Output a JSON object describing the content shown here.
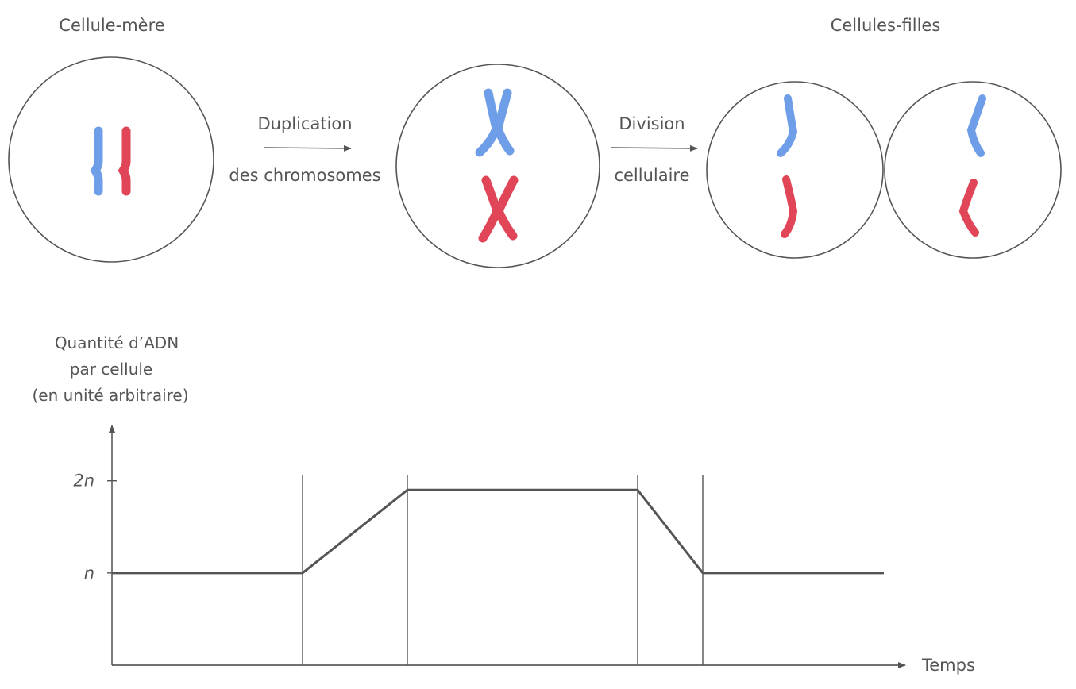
{
  "colors": {
    "chromosome_a": "#6f9ee8",
    "chromosome_b": "#e04558",
    "outline": "#555555"
  },
  "labels": {
    "mother_cell": "Cellule-mère",
    "daughter_cells": "Cellules-filles",
    "step1_line1": "Duplication",
    "step1_line2": "des chromosomes",
    "step2_line1": "Division",
    "step2_line2": "cellulaire"
  },
  "chart_data": {
    "type": "line",
    "ylabel_lines": [
      "Quantité d’ADN",
      "par cellule",
      "(en unité arbitraire)"
    ],
    "xlabel": "Temps",
    "y_ticks": [
      {
        "value": 1,
        "label": "n"
      },
      {
        "value": 2,
        "label": "2n"
      }
    ],
    "ylim": [
      0,
      2.6
    ],
    "xlim": [
      0,
      1000
    ],
    "x_markers": [
      240,
      372,
      662,
      744
    ],
    "series": [
      {
        "points": [
          [
            0,
            1
          ],
          [
            240,
            1
          ],
          [
            372,
            1.9
          ],
          [
            662,
            1.9
          ],
          [
            744,
            1
          ],
          [
            972,
            1
          ]
        ]
      }
    ]
  }
}
